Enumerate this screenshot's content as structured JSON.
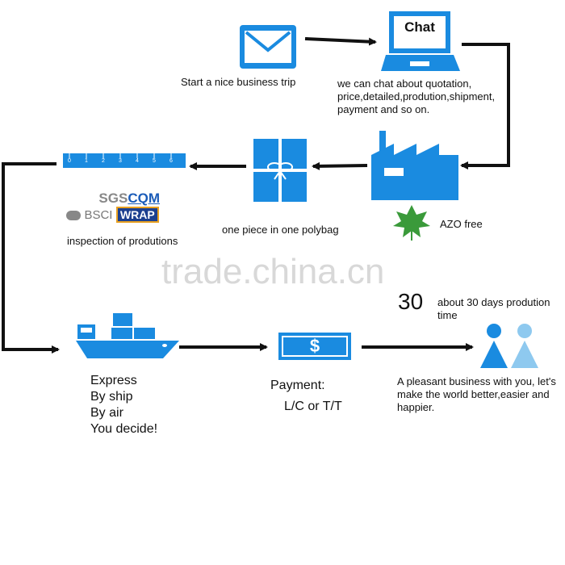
{
  "colors": {
    "accent": "#1a8be0",
    "arrow": "#111111",
    "leaf": "#3a9a3a",
    "people_light": "#8ec9ef"
  },
  "steps": {
    "trip": {
      "icon": "envelope-icon",
      "label": "Start a nice business trip"
    },
    "chat": {
      "icon": "laptop-icon",
      "screen_text": "Chat",
      "label": "we can chat about quotation, price,detailed,prodution,shipment, payment and so on."
    },
    "factory": {
      "icon": "factory-icon",
      "leaf_icon": "leaf-icon",
      "label": "AZO free"
    },
    "packing": {
      "icon": "gift-box-icon",
      "label": "one piece in one polybag"
    },
    "inspection": {
      "icon": "ruler-icon",
      "ruler_marks": [
        "0",
        "1",
        "2",
        "3",
        "4",
        "5",
        "6"
      ],
      "cert_line1_a": "SGS",
      "cert_line1_b": "CQM",
      "cert_line2_a": "BSCI",
      "cert_line2_b": "WRAP",
      "label": "inspection of produtions"
    },
    "production_time": {
      "number": "30",
      "label": "about 30 days prodution time"
    },
    "shipping": {
      "icon": "ship-icon",
      "lines": [
        "Express",
        "By ship",
        "By air",
        "You decide!"
      ]
    },
    "payment": {
      "icon": "dollar-bill-icon",
      "bill_symbol": "$",
      "title": "Payment:",
      "methods": "L/C or T/T"
    },
    "ending": {
      "icon": "people-icon",
      "label": "A pleasant business with you, let's make the world better,easier and happier."
    }
  },
  "watermark": "trade.china.cn"
}
